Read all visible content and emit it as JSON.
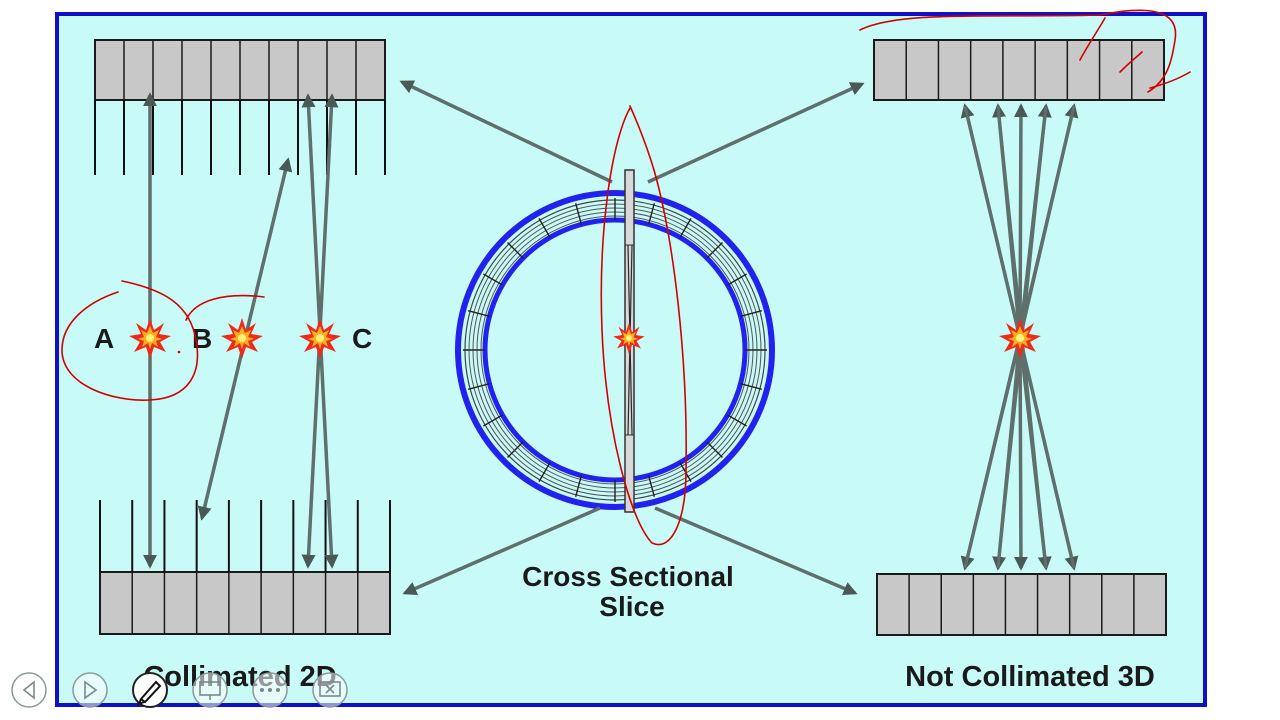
{
  "diagram": {
    "left_panel": {
      "title": "Collimated 2D",
      "sources": [
        {
          "label": "A"
        },
        {
          "label": "B"
        },
        {
          "label": "C"
        }
      ]
    },
    "center": {
      "caption_line1": "Cross Sectional",
      "caption_line2": "Slice"
    },
    "right_panel": {
      "title": "Not Collimated 3D"
    },
    "colors": {
      "panel_bg": "#c8fbf8",
      "frame": "#1010c8",
      "detector": "#c8c8c8",
      "ring": "#2222ee",
      "ray": "#5f6f6c",
      "annotation": "#d40000"
    }
  },
  "controls": {
    "items": [
      {
        "name": "previous",
        "icon": "triangle-left-icon"
      },
      {
        "name": "next",
        "icon": "triangle-right-icon"
      },
      {
        "name": "pen",
        "icon": "pen-icon"
      },
      {
        "name": "screen",
        "icon": "monitor-icon"
      },
      {
        "name": "more",
        "icon": "ellipsis-icon"
      },
      {
        "name": "end",
        "icon": "close-screen-icon"
      }
    ]
  }
}
